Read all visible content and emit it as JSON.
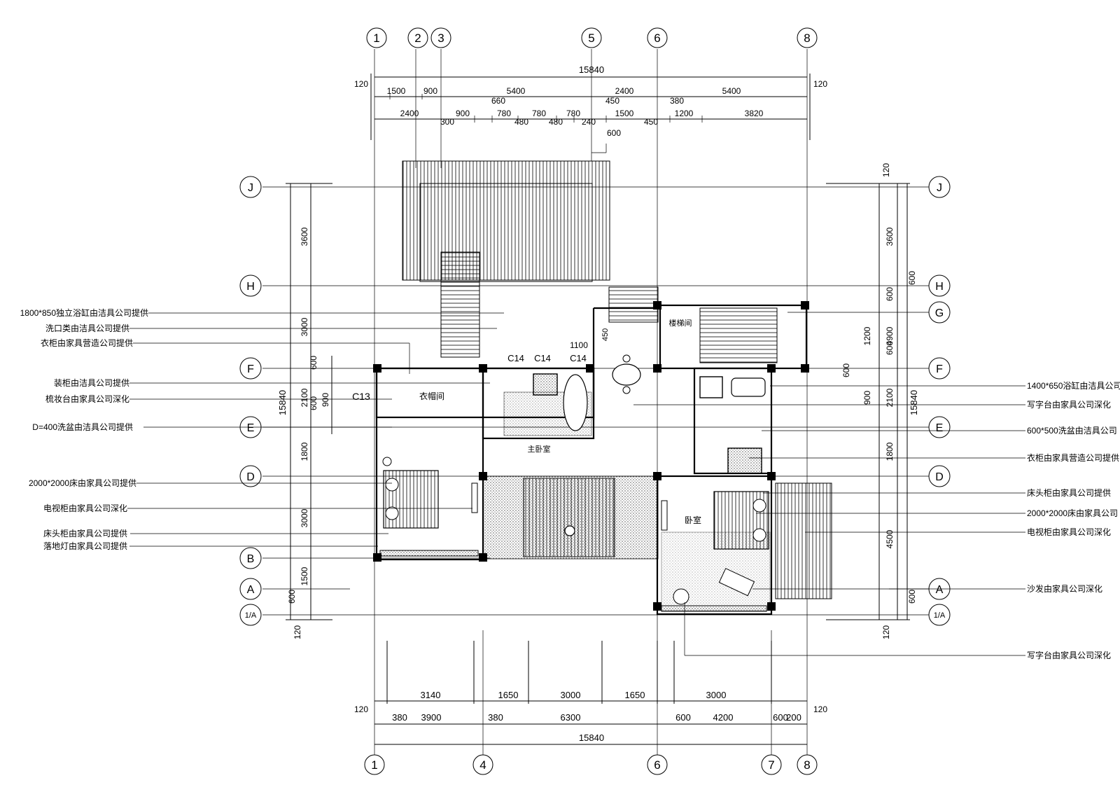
{
  "dims": {
    "overall_top": "15840",
    "overall_bottom": "15840",
    "left_total": "15840",
    "right_total": "15840",
    "edge_120": "120",
    "top_row1": [
      "1500",
      "900",
      "5400",
      "2400",
      "5400"
    ],
    "top_row2": [
      "660",
      "450",
      "380"
    ],
    "top_row3": [
      "2400",
      "300",
      "900",
      "780",
      "480",
      "780",
      "480",
      "780",
      "240",
      "1500",
      "450",
      "1200",
      "3820"
    ],
    "top_600": "600",
    "left": [
      "3600",
      "3000",
      "600",
      "2100",
      "900",
      "600",
      "1800",
      "3000",
      "1500",
      "600"
    ],
    "right": [
      "3600",
      "600",
      "600",
      "1200",
      "4900",
      "600",
      "600",
      "900",
      "2100",
      "1800",
      "4500",
      "600"
    ],
    "bottom_row1": [
      "3140",
      "1650",
      "3000",
      "1650",
      "3000"
    ],
    "bottom_row2": [
      "380",
      "3900",
      "380",
      "6300",
      "600",
      "4200",
      "600",
      "200"
    ],
    "inner": [
      "1100",
      "450"
    ]
  },
  "grid": {
    "top": [
      "1",
      "2",
      "3",
      "5",
      "6",
      "8"
    ],
    "bottom": [
      "1",
      "4",
      "6",
      "7",
      "8"
    ],
    "left": [
      "J",
      "H",
      "F",
      "E",
      "D",
      "B",
      "A",
      "1/A"
    ],
    "right": [
      "J",
      "H",
      "G",
      "F",
      "E",
      "D",
      "A",
      "1/A"
    ]
  },
  "window_tags": [
    "C14",
    "C14",
    "C14",
    "C13"
  ],
  "rooms": {
    "closet": "衣帽间",
    "master_bedroom": "主卧室",
    "bedroom": "卧室",
    "stair_room": "楼梯间"
  },
  "notes_left": [
    "1800*850独立浴缸由洁具公司提供",
    "洗口类由洁具公司提供",
    "衣柜由家具营造公司提供",
    "装柜由洁具公司提供",
    "梳妆台由家具公司深化",
    "D=400洗盆由洁具公司提供",
    "2000*2000床由家具公司提供",
    "电视柜由家具公司深化",
    "床头柜由家具公司提供",
    "落地灯由家具公司提供"
  ],
  "notes_right": [
    "1400*650浴缸由洁具公司",
    "写字台由家具公司深化",
    "600*500洗盆由洁具公司",
    "衣柜由家具营造公司提供",
    "床头柜由家具公司提供",
    "2000*2000床由家具公司",
    "电视柜由家具公司深化",
    "沙发由家具公司深化",
    "写字台由家具公司深化"
  ]
}
